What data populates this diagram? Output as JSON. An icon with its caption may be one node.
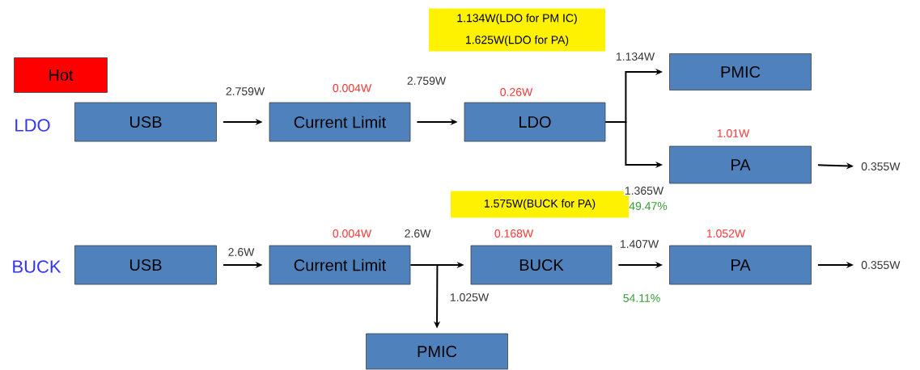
{
  "diagram": {
    "nodes": [
      {
        "text": [
          "Hot"
        ]
      },
      {
        "text": [
          "1.134W(LDO for PM IC)",
          "1.625W(LDO for PA)"
        ]
      },
      {
        "text": [
          "1.575W(BUCK for PA)"
        ]
      },
      {
        "text": [
          "USB"
        ]
      },
      {
        "text": [
          "Current Limit"
        ],
        "beside": [
          "0.004W"
        ]
      },
      {
        "text": [
          "LDO"
        ],
        "beside": [
          "0.26W"
        ]
      },
      {
        "text": [
          "PMIC"
        ]
      },
      {
        "text": [
          "PA"
        ],
        "beside": [
          "1.01W"
        ]
      },
      {
        "text": [
          "0.355W"
        ]
      },
      {
        "text": [
          "USB"
        ]
      },
      {
        "text": [
          "Current Limit"
        ],
        "beside": [
          "0.004W"
        ]
      },
      {
        "text": [
          "BUCK"
        ],
        "beside": [
          "0.168W"
        ]
      },
      {
        "text": [
          "PA"
        ],
        "beside": [
          "1.052W"
        ]
      },
      {
        "text": [
          "0.355W"
        ]
      },
      {
        "text": [
          "PMIC"
        ]
      }
    ],
    "edges": [
      {
        "from": 3,
        "to": 4,
        "arrow": "to",
        "label": "2.759W"
      },
      {
        "from": 4,
        "to": 5,
        "arrow": "to",
        "label": "2.759W"
      },
      {
        "from": 5,
        "to": 6,
        "arrow": "to",
        "label": "1.134W"
      },
      {
        "from": 5,
        "to": 7,
        "arrow": "to",
        "label": "1.365W"
      },
      {
        "from": 7,
        "to": 8,
        "arrow": "to"
      },
      {
        "from": 9,
        "to": 10,
        "arrow": "to",
        "label": "2.6W"
      },
      {
        "from": 10,
        "to": 11,
        "arrow": "to",
        "label": "2.6W"
      },
      {
        "from": 10,
        "to": 14,
        "arrow": "to",
        "label": "1.025W"
      },
      {
        "from": 11,
        "to": 12,
        "arrow": "to",
        "label": "1.407W"
      },
      {
        "from": 12,
        "to": 13,
        "arrow": "to"
      }
    ],
    "labels": [
      "LDO",
      "49.47%",
      "BUCK",
      "54.11%"
    ]
  }
}
